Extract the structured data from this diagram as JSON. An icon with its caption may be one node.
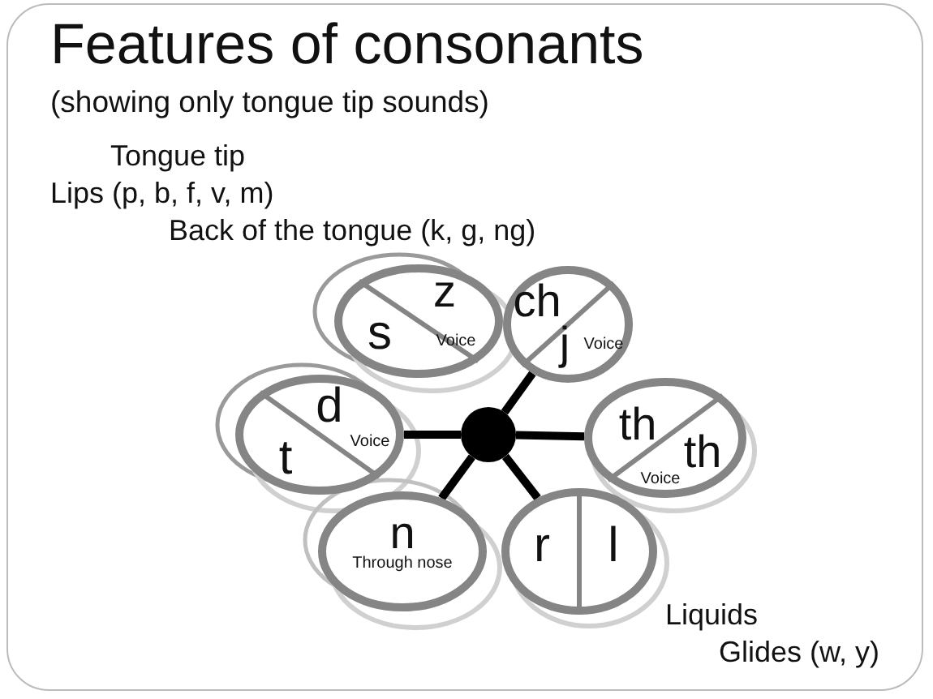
{
  "diagram": {
    "title": "Features of consonants",
    "caption": "(showing only tongue tip sounds)",
    "nodes": [
      {
        "text": [],
        "shape": "circle"
      },
      {
        "text": [
          "s",
          "z",
          "Voice"
        ]
      },
      {
        "text": [
          "ch",
          "j",
          "Voice"
        ]
      },
      {
        "text": [
          "t",
          "d",
          "Voice"
        ]
      },
      {
        "text": [
          "th",
          "th",
          "Voice"
        ]
      },
      {
        "text": [
          "n",
          "Through nose"
        ]
      },
      {
        "text": [
          "r",
          "l"
        ]
      }
    ],
    "edges": [
      {
        "from": 0,
        "to": 2,
        "arrow": "none"
      },
      {
        "from": 0,
        "to": 3,
        "arrow": "none"
      },
      {
        "from": 0,
        "to": 4,
        "arrow": "none"
      },
      {
        "from": 0,
        "to": 5,
        "arrow": "none"
      },
      {
        "from": 0,
        "to": 6,
        "arrow": "none"
      }
    ],
    "labels": [
      "Tongue tip",
      "Lips (p, b, f, v, m)",
      "Back of the tongue (k, g, ng)",
      "Liquids",
      "Glides (w, y)"
    ]
  }
}
